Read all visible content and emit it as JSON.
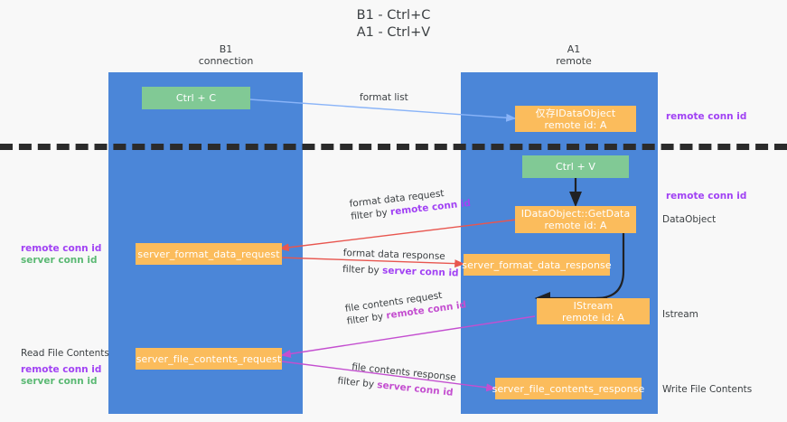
{
  "title": "B1 - Ctrl+C\nA1 - Ctrl+V",
  "columns": {
    "left": "B1\nconnection",
    "right": "A1\nremote"
  },
  "boxes": {
    "ctrl_c": "Ctrl + C",
    "data_object_top": "仅存IDataObject\nremote id: A",
    "ctrl_v": "Ctrl + V",
    "get_data": "IDataObject::GetData\nremote id: A",
    "server_format_data_request": "server_format_data_request",
    "server_format_data_response": "server_format_data_response",
    "istream": "IStream\nremote id: A",
    "server_file_contents_request": "server_file_contents_request",
    "server_file_contents_response": "server_file_contents_response"
  },
  "edge_labels": {
    "format_list": "format list",
    "format_data_request": "format data request",
    "format_data_request_filter_prefix": "filter by ",
    "format_data_request_filter_value": "remote conn id",
    "format_data_response": "format data response",
    "format_data_response_filter_prefix": "filter by ",
    "format_data_response_filter_value": "server conn id",
    "file_contents_request": "file contents request",
    "file_contents_request_filter_prefix": "filter by ",
    "file_contents_request_filter_value": "remote conn id",
    "file_contents_response": "file contents response",
    "file_contents_response_filter_prefix": "filter by ",
    "file_contents_response_filter_value": "server conn id"
  },
  "side_labels": {
    "right_remote_conn_id_top": "remote conn id",
    "right_remote_conn_id_mid": "remote conn id",
    "right_data_object": "DataObject",
    "right_istream": "Istream",
    "right_write_file_contents": "Write File Contents",
    "left_remote_conn_id_mid": "remote conn id",
    "left_server_conn_id_mid": "server conn id",
    "left_read_file_contents": "Read File Contents",
    "left_remote_conn_id_bottom": "remote conn id",
    "left_server_conn_id_bottom": "server conn id"
  },
  "colors": {
    "lane": "#4b86d8",
    "green_box": "#81c995",
    "orange_box": "#fbbc5c",
    "purple": "#a142f4",
    "green_text": "#5bb974",
    "pink_arrow": "#c44fd0",
    "red_arrow": "#e8564f",
    "blue_arrow": "#8ab4f8",
    "background": "#f8f8f8"
  }
}
